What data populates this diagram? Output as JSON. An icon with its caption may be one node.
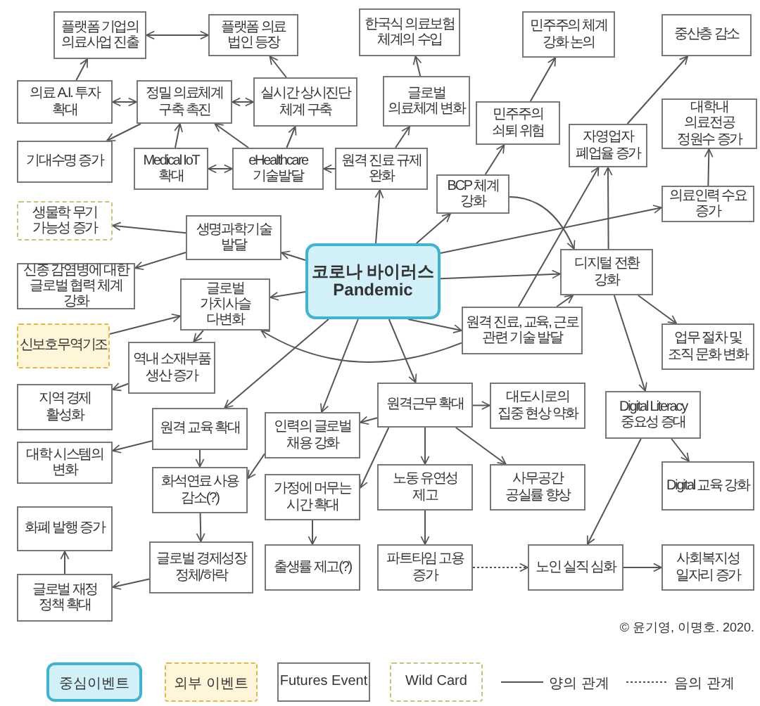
{
  "diagram": {
    "nodes": [
      {
        "text": [
          "플랫폼 기업의 의료사업 진출"
        ]
      },
      {
        "text": [
          "플랫폼 의료 법인 등장"
        ]
      },
      {
        "text": [
          "한국식 의료보험 체계의 수입"
        ]
      },
      {
        "text": [
          "민주주의 체계 강화 논의"
        ]
      },
      {
        "text": [
          "중산층 감소"
        ]
      },
      {
        "text": [
          "의료 A.I. 투자 확대"
        ]
      },
      {
        "text": [
          "정밀 의료체계 구축 촉진"
        ]
      },
      {
        "text": [
          "실시간 상시진단 체계 구축"
        ]
      },
      {
        "text": [
          "글로벌 의료체계 변화"
        ]
      },
      {
        "text": [
          "민주주의 쇠퇴 위험"
        ]
      },
      {
        "text": [
          "자영업자 폐업율 증가"
        ]
      },
      {
        "text": [
          "대학내 의료전공 정원수 증가"
        ]
      },
      {
        "text": [
          "기대수명 증가"
        ]
      },
      {
        "text": [
          "Medical IoT 확대"
        ]
      },
      {
        "text": [
          "eHealthcare 기술발달"
        ]
      },
      {
        "text": [
          "원격 진료 규제 완화"
        ]
      },
      {
        "text": [
          "BCP 체계 강화"
        ]
      },
      {
        "text": [
          "의료인력 수요 증가"
        ]
      },
      {
        "text": [
          "생물학 무기 가능성 증가"
        ]
      },
      {
        "text": [
          "생명과학기술 발달"
        ]
      },
      {
        "text": [
          "코로나 바이러스 Pandemic"
        ]
      },
      {
        "text": [
          "신종 감염병에 대한 글로벌 협력 체계 강화"
        ]
      },
      {
        "text": [
          "글로벌 가치사슬 다변화"
        ]
      },
      {
        "text": [
          "디지털 전환 강화"
        ]
      },
      {
        "text": [
          "신보호무역기조"
        ]
      },
      {
        "text": [
          "원격 진료, 교육, 근로 관련 기술 발달"
        ]
      },
      {
        "text": [
          "업무 절차 및 조직 문화 변화"
        ]
      },
      {
        "text": [
          "역내 소재부품 생산 증가"
        ]
      },
      {
        "text": [
          "지역 경제 활성화"
        ]
      },
      {
        "text": [
          "원격근무 확대"
        ]
      },
      {
        "text": [
          "대도시로의 집중 현상 약화"
        ]
      },
      {
        "text": [
          "Digital Literacy 중요성 증대"
        ]
      },
      {
        "text": [
          "원격 교육 확대"
        ]
      },
      {
        "text": [
          "인력의 글로벌 채용 강화"
        ]
      },
      {
        "text": [
          "대학 시스템의 변화"
        ]
      },
      {
        "text": [
          "화석연료 사용 감소(?)"
        ]
      },
      {
        "text": [
          "가정에 머무는 시간 확대"
        ]
      },
      {
        "text": [
          "노동 유연성 제고"
        ]
      },
      {
        "text": [
          "사무공간 공실률 향상"
        ]
      },
      {
        "text": [
          "Digital 교육 강화"
        ]
      },
      {
        "text": [
          "화폐 발행 증가"
        ]
      },
      {
        "text": [
          "글로벌 경제성장 정체/하락"
        ]
      },
      {
        "text": [
          "출생률 제고(?)"
        ]
      },
      {
        "text": [
          "파트타임 고용 증가"
        ]
      },
      {
        "text": [
          "노인 실직 심화"
        ]
      },
      {
        "text": [
          "사회복지성 일자리 증가"
        ]
      },
      {
        "text": [
          "글로벌 재정 정책 확대"
        ]
      }
    ],
    "edges": [
      {
        "from": 0,
        "to": 1,
        "arrow": "both"
      },
      {
        "from": 5,
        "to": 0,
        "arrow": "to"
      },
      {
        "from": 7,
        "to": 1,
        "arrow": "to"
      },
      {
        "from": 5,
        "to": 6,
        "arrow": "both"
      },
      {
        "from": 6,
        "to": 7,
        "arrow": "both"
      },
      {
        "from": 6,
        "to": 12,
        "arrow": "to"
      },
      {
        "from": 13,
        "to": 6,
        "arrow": "to"
      },
      {
        "from": 14,
        "to": 6,
        "arrow": "to"
      },
      {
        "from": 14,
        "to": 7,
        "arrow": "to"
      },
      {
        "from": 13,
        "to": 14,
        "arrow": "both"
      },
      {
        "from": 15,
        "to": 14,
        "arrow": "to"
      },
      {
        "from": 15,
        "to": 8,
        "arrow": "to"
      },
      {
        "from": 8,
        "to": 2,
        "arrow": "to"
      },
      {
        "from": 20,
        "to": 15,
        "arrow": "to"
      },
      {
        "from": 20,
        "to": 16,
        "arrow": "to"
      },
      {
        "from": 16,
        "to": 9,
        "arrow": "to"
      },
      {
        "from": 9,
        "to": 3,
        "arrow": "to"
      },
      {
        "from": 10,
        "to": 4,
        "arrow": "to"
      },
      {
        "from": 17,
        "to": 11,
        "arrow": "to"
      },
      {
        "from": 23,
        "to": 10,
        "arrow": "to"
      },
      {
        "from": 25,
        "to": 10,
        "arrow": "to"
      },
      {
        "from": 20,
        "to": 17,
        "arrow": "to"
      },
      {
        "from": 20,
        "to": 23,
        "arrow": "to"
      },
      {
        "from": 16,
        "to": 23,
        "arrow": "to"
      },
      {
        "from": 25,
        "to": 23,
        "arrow": "to"
      },
      {
        "from": 20,
        "to": 25,
        "arrow": "to"
      },
      {
        "from": 20,
        "to": 29,
        "arrow": "to"
      },
      {
        "from": 23,
        "to": 26,
        "arrow": "to"
      },
      {
        "from": 23,
        "to": 31,
        "arrow": "to"
      },
      {
        "from": 31,
        "to": 39,
        "arrow": "to"
      },
      {
        "from": 31,
        "to": 44,
        "arrow": "to"
      },
      {
        "from": 29,
        "to": 30,
        "arrow": "to"
      },
      {
        "from": 29,
        "to": 36,
        "arrow": "to"
      },
      {
        "from": 29,
        "to": 37,
        "arrow": "to"
      },
      {
        "from": 29,
        "to": 38,
        "arrow": "to"
      },
      {
        "from": 37,
        "to": 43,
        "arrow": "to"
      },
      {
        "from": 43,
        "to": 44,
        "arrow": "to",
        "style": "dashed"
      },
      {
        "from": 44,
        "to": 45,
        "arrow": "to"
      },
      {
        "from": 36,
        "to": 42,
        "arrow": "to"
      },
      {
        "from": 32,
        "to": 34,
        "arrow": "to"
      },
      {
        "from": 32,
        "to": 35,
        "arrow": "to"
      },
      {
        "from": 20,
        "to": 32,
        "arrow": "to"
      },
      {
        "from": 33,
        "to": 35,
        "arrow": "to"
      },
      {
        "from": 29,
        "to": 33,
        "arrow": "to"
      },
      {
        "from": 35,
        "to": 41,
        "arrow": "to"
      },
      {
        "from": 41,
        "to": 46,
        "arrow": "to"
      },
      {
        "from": 46,
        "to": 40,
        "arrow": "to"
      },
      {
        "from": 22,
        "to": 27,
        "arrow": "to"
      },
      {
        "from": 27,
        "to": 28,
        "arrow": "to"
      },
      {
        "from": 24,
        "to": 22,
        "arrow": "to"
      },
      {
        "from": 20,
        "to": 22,
        "arrow": "to"
      },
      {
        "from": 25,
        "to": 22,
        "arrow": "to"
      },
      {
        "from": 20,
        "to": 19,
        "arrow": "to"
      },
      {
        "from": 19,
        "to": 18,
        "arrow": "to"
      },
      {
        "from": 19,
        "to": 21,
        "arrow": "to"
      },
      {
        "from": 20,
        "to": 33,
        "arrow": "to"
      }
    ],
    "labels": [
      "© 윤기영, 이명호. 2020."
    ],
    "legend": [
      {
        "text": "중심이벤트",
        "color": "#d2f0f8"
      },
      {
        "text": "외부 이벤트",
        "color": "#fff5d8"
      },
      {
        "text": "Futures Event",
        "color": "#ffffff"
      },
      {
        "text": "Wild Card",
        "color": "#ffffff"
      },
      {
        "text": "양의 관계"
      },
      {
        "text": "음의 관계"
      }
    ]
  }
}
